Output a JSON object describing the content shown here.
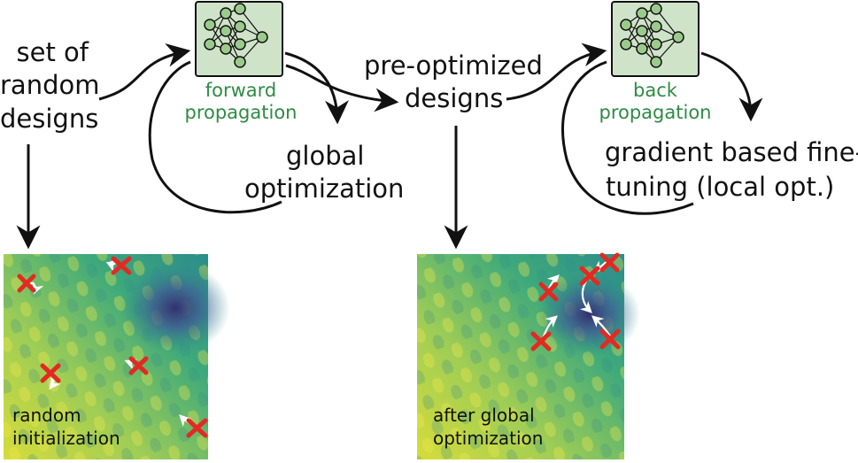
{
  "labels": {
    "set_of": "set of",
    "random": "random",
    "designs_left": "designs",
    "forward": "forward",
    "propagation_fwd": "propagation",
    "global": "global",
    "optimization": "optimization",
    "pre_optimized": "pre-optimized",
    "designs_mid": "designs",
    "back": "back",
    "propagation_back": "propagation",
    "gradient_line1": "gradient based fine-",
    "gradient_line2": "tuning (local opt.)",
    "panel1_line1": "random",
    "panel1_line2": "initialization",
    "panel2_line1": "after global",
    "panel2_line2": "optimization"
  },
  "colors": {
    "nn_box_fill": "#cfe3c9",
    "nn_node_fill": "#9acb8a",
    "green_text": "#2e8b45",
    "marker": "#e22a22",
    "landscape_yellow": "#c8d94a",
    "landscape_green": "#3aa77a",
    "landscape_dark": "#3b3a7e"
  },
  "icons": {
    "nn": "neural-network-icon",
    "marker": "red-cross-marker"
  }
}
